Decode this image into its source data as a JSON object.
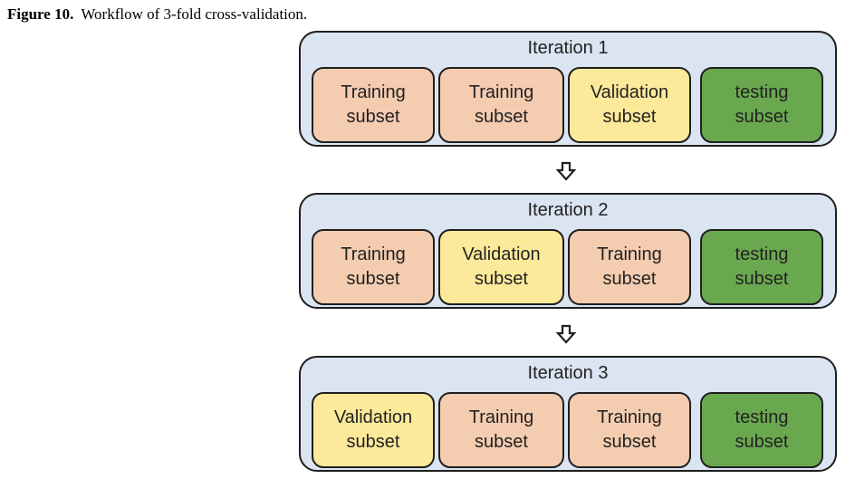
{
  "caption": {
    "label": "Figure 10.",
    "text": "Workflow of 3-fold cross-validation."
  },
  "colors": {
    "panel": "#dbe4f1",
    "training": "#f4ccb0",
    "validation": "#fde99a",
    "testing": "#6aa84f"
  },
  "iterations": [
    {
      "title": "Iteration 1",
      "boxes": [
        {
          "type": "training",
          "line1": "Training",
          "line2": "subset"
        },
        {
          "type": "training",
          "line1": "Training",
          "line2": "subset"
        },
        {
          "type": "validation",
          "line1": "Validation",
          "line2": "subset"
        },
        {
          "type": "testing",
          "line1": "testing",
          "line2": "subset"
        }
      ]
    },
    {
      "title": "Iteration 2",
      "boxes": [
        {
          "type": "training",
          "line1": "Training",
          "line2": "subset"
        },
        {
          "type": "validation",
          "line1": "Validation",
          "line2": "subset"
        },
        {
          "type": "training",
          "line1": "Training",
          "line2": "subset"
        },
        {
          "type": "testing",
          "line1": "testing",
          "line2": "subset"
        }
      ]
    },
    {
      "title": "Iteration 3",
      "boxes": [
        {
          "type": "validation",
          "line1": "Validation",
          "line2": "subset"
        },
        {
          "type": "training",
          "line1": "Training",
          "line2": "subset"
        },
        {
          "type": "training",
          "line1": "Training",
          "line2": "subset"
        },
        {
          "type": "testing",
          "line1": "testing",
          "line2": "subset"
        }
      ]
    }
  ]
}
